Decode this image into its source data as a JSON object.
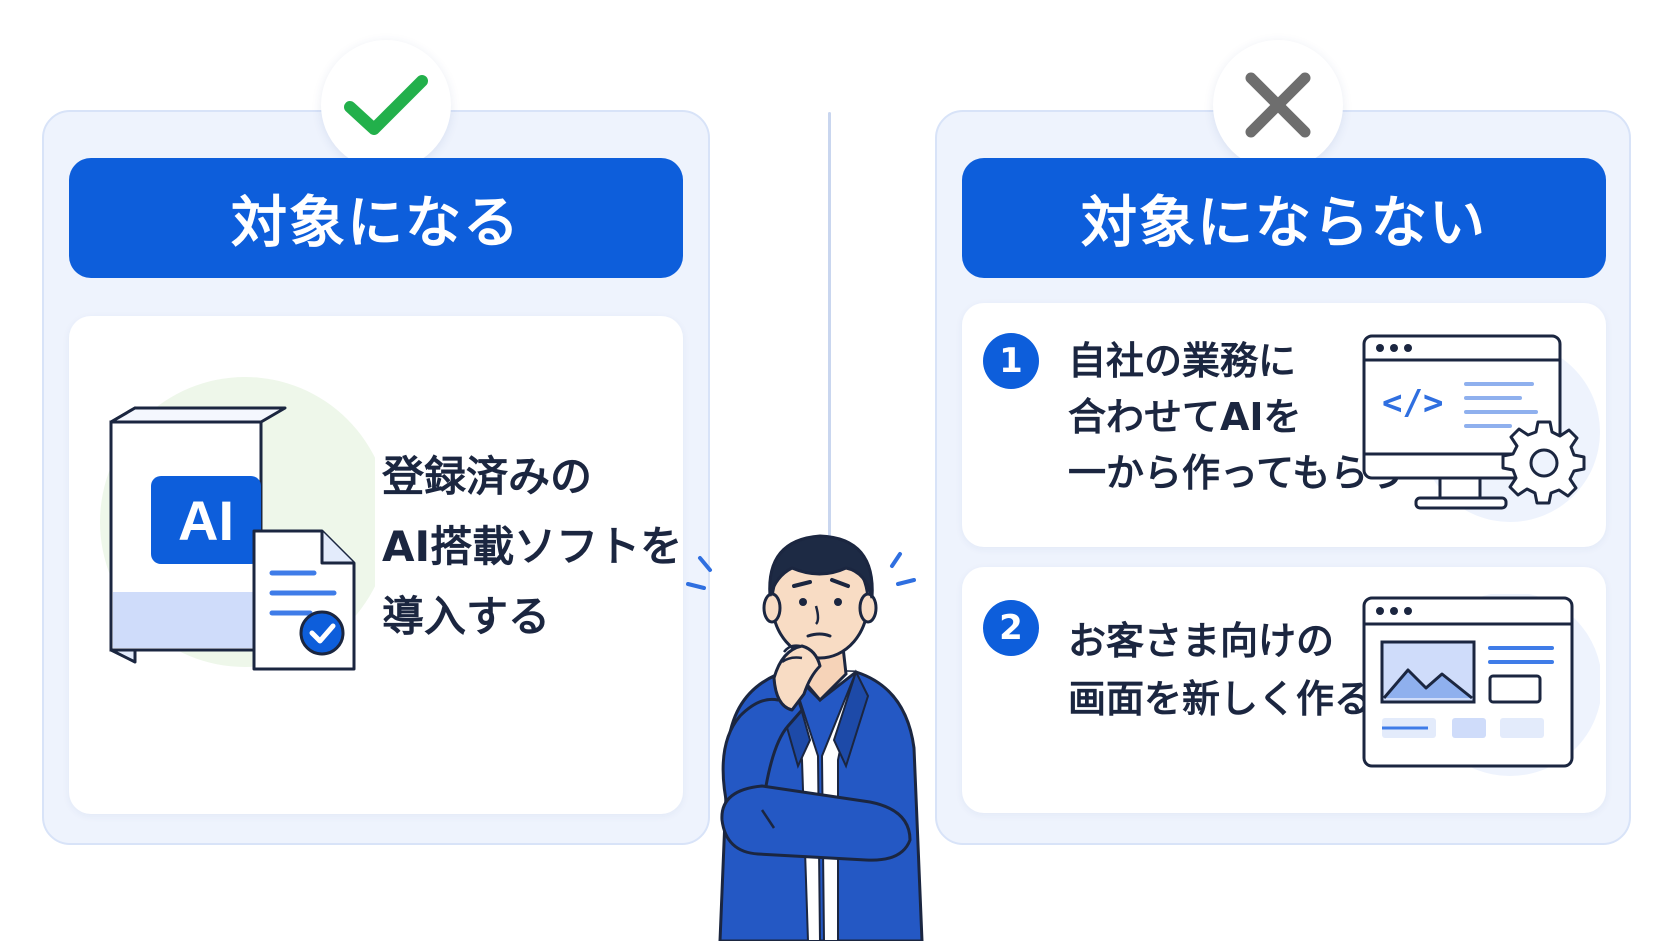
{
  "left": {
    "badge_icon": "checkmark-icon",
    "title": "対象になる",
    "box_label": "AI",
    "lines": [
      "登録済みの",
      "AI搭載ソフトを",
      "導入する"
    ]
  },
  "right": {
    "badge_icon": "cross-icon",
    "title": "対象にならない",
    "items": [
      {
        "number": "1",
        "lines": [
          "自社の業務に",
          "合わせてAIを",
          "一から作ってもらう"
        ]
      },
      {
        "number": "2",
        "lines": [
          "お客さま向けの",
          "画面を新しく作る"
        ]
      }
    ]
  },
  "colors": {
    "accent": "#0d5edb",
    "panel": "#eef3fd",
    "check": "#22b04b",
    "cross": "#6e6e6e",
    "text": "#1b2640"
  }
}
